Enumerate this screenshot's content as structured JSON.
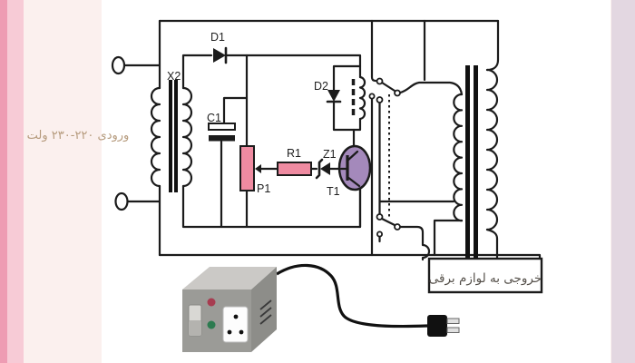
{
  "background": {
    "page": "#fbf0ee",
    "panel": "#ffffff",
    "left_stripe_outer": "#ee9cb3",
    "left_stripe_inner": "#f7cbd6",
    "right_stripe": "#e3d7e1"
  },
  "colors": {
    "wire": "#1b1b1b",
    "component_pink": "#ef8ba1",
    "transistor_purple": "#a489bb",
    "led_red": "#a73c50",
    "led_green": "#2d7b50",
    "device_front": "#9b9b97",
    "device_top": "#cbc9c6",
    "device_side": "#8d8d89",
    "input_label_color": "#b59a7c",
    "output_label_color": "#55504a"
  },
  "labels": {
    "input_voltage": "ورودی ۲۲۰-۲۳۰ ولت",
    "output_to_appliances": "خروجی به لوازم برقی"
  },
  "components": {
    "input_transformer": "X2",
    "rectifier_diode": "D1",
    "filter_capacitor": "C1",
    "relay_diode": "D2",
    "potentiometer": "P1",
    "base_resistor": "R1",
    "zener_diode": "Z1",
    "transistor": "T1"
  }
}
